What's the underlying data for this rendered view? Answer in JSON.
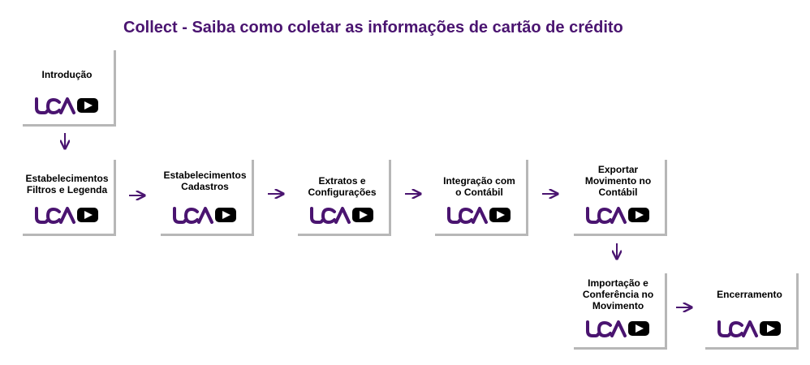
{
  "title": "Collect - Saiba como coletar as informações de cartão de crédito",
  "colors": {
    "brand": "#4a1470",
    "arrow": "#4a1470",
    "shadow": "#b7b7b7",
    "play": "#000000"
  },
  "logo": {
    "icon": "uca-play-video-icon"
  },
  "steps": [
    {
      "label": "Introdução"
    },
    {
      "label": "Estabelecimentos\nFiltros e Legenda"
    },
    {
      "label": "Estabelecimentos\nCadastros"
    },
    {
      "label": "Extratos e\nConfigurações"
    },
    {
      "label": "Integração com\no Contábil"
    },
    {
      "label": "Exportar\nMovimento no\nContábil"
    },
    {
      "label": "Importação e\nConferência no\nMovimento"
    },
    {
      "label": "Encerramento"
    }
  ]
}
